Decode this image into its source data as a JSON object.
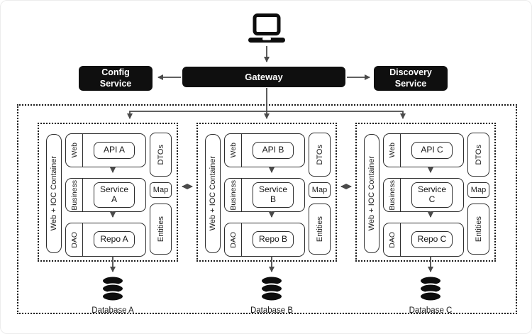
{
  "client": {
    "icon": "laptop-icon"
  },
  "gateway": {
    "label": "Gateway"
  },
  "config_service": {
    "label": "Config Service"
  },
  "discovery_service": {
    "label": "Discovery Service"
  },
  "services": [
    {
      "id": "A",
      "container_label": "Web + IOC Container",
      "layers": [
        {
          "layer": "Web",
          "component": "API A"
        },
        {
          "layer": "Business",
          "component": "Service A"
        },
        {
          "layer": "DAO",
          "component": "Repo A"
        }
      ],
      "shared": [
        {
          "label": "DTOs"
        },
        {
          "label": "Map"
        },
        {
          "label": "Entities"
        }
      ],
      "database": "Database A"
    },
    {
      "id": "B",
      "container_label": "Web + IOC Container",
      "layers": [
        {
          "layer": "Web",
          "component": "API B"
        },
        {
          "layer": "Business",
          "component": "Service B"
        },
        {
          "layer": "DAO",
          "component": "Repo B"
        }
      ],
      "shared": [
        {
          "label": "DTOs"
        },
        {
          "label": "Map"
        },
        {
          "label": "Entities"
        }
      ],
      "database": "Database B"
    },
    {
      "id": "C",
      "container_label": "Web + IOC Container",
      "layers": [
        {
          "layer": "Web",
          "component": "API C"
        },
        {
          "layer": "Business",
          "component": "Service C"
        },
        {
          "layer": "DAO",
          "component": "Repo C"
        }
      ],
      "shared": [
        {
          "label": "DTOs"
        },
        {
          "label": "Map"
        },
        {
          "label": "Entities"
        }
      ],
      "database": "Database C"
    }
  ],
  "colors": {
    "node_fill": "#0f0f0f",
    "node_text": "#ffffff",
    "line": "#4a4a4a",
    "box_border": "#2e2e2e",
    "background": "#ffffff"
  }
}
